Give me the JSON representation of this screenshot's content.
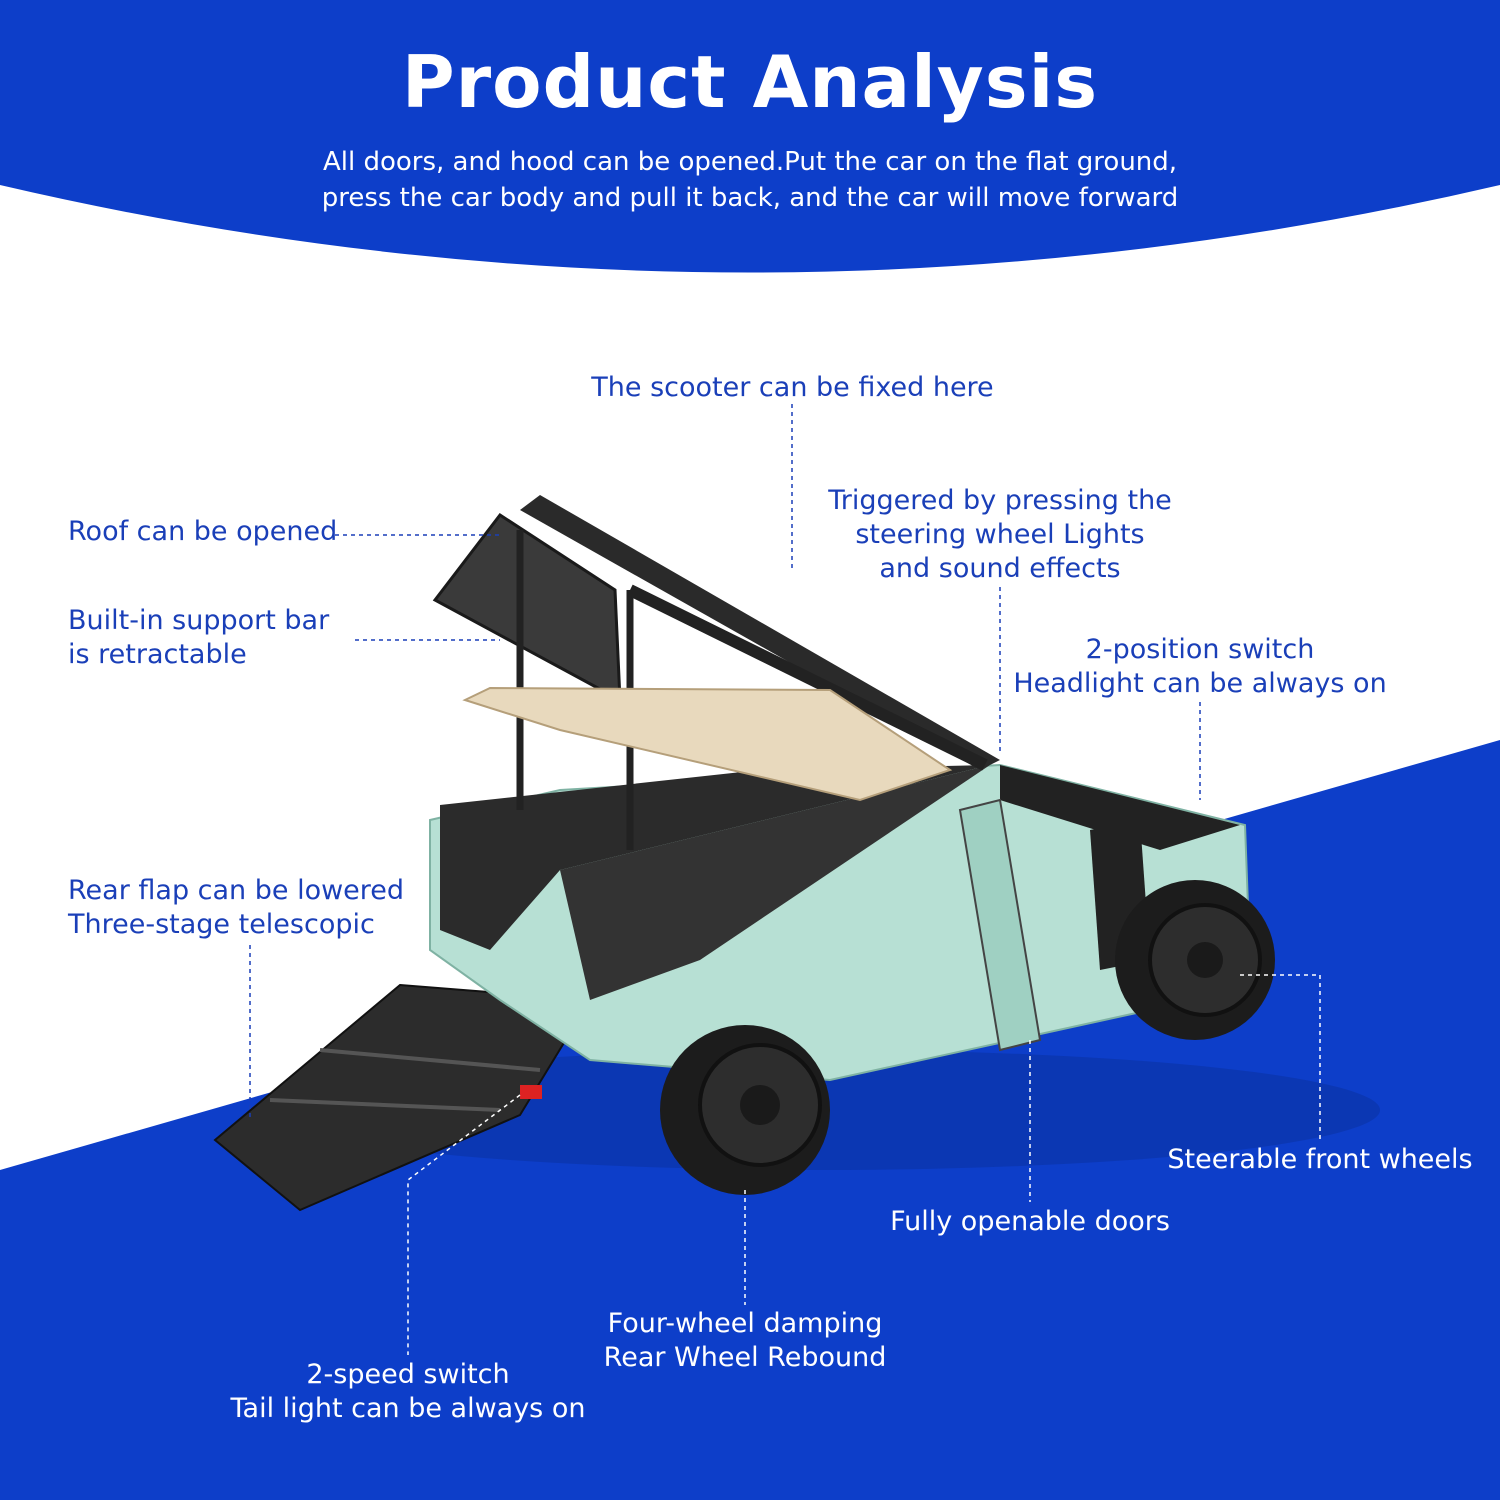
{
  "colors": {
    "brand_blue": "#0d3ec9",
    "label_blue": "#1a3fb8",
    "white": "#ffffff",
    "car_mint": "#b7e0d4",
    "car_black": "#2a2a2a"
  },
  "header": {
    "title": "Product Analysis",
    "subtitle_line1": "All doors, and hood can be opened.Put the car on the flat ground,",
    "subtitle_line2": "press the car body and pull it back, and the car will move forward"
  },
  "callouts": {
    "scooter": "The scooter can be fixed here",
    "roof": "Roof can be opened",
    "support_line1": "Built-in support bar",
    "support_line2": "is retractable",
    "steering_line1": "Triggered by pressing the",
    "steering_line2": "steering wheel Lights",
    "steering_line3": "and sound effects",
    "headlight_line1": "2-position switch",
    "headlight_line2": "Headlight can be always on",
    "rear_flap_line1": "Rear flap can be lowered",
    "rear_flap_line2": "Three-stage telescopic",
    "steerable": "Steerable front wheels",
    "doors": "Fully openable doors",
    "damping_line1": "Four-wheel damping",
    "damping_line2": "Rear Wheel Rebound",
    "tail_line1": "2-speed switch",
    "tail_line2": "Tail light can be always on"
  }
}
